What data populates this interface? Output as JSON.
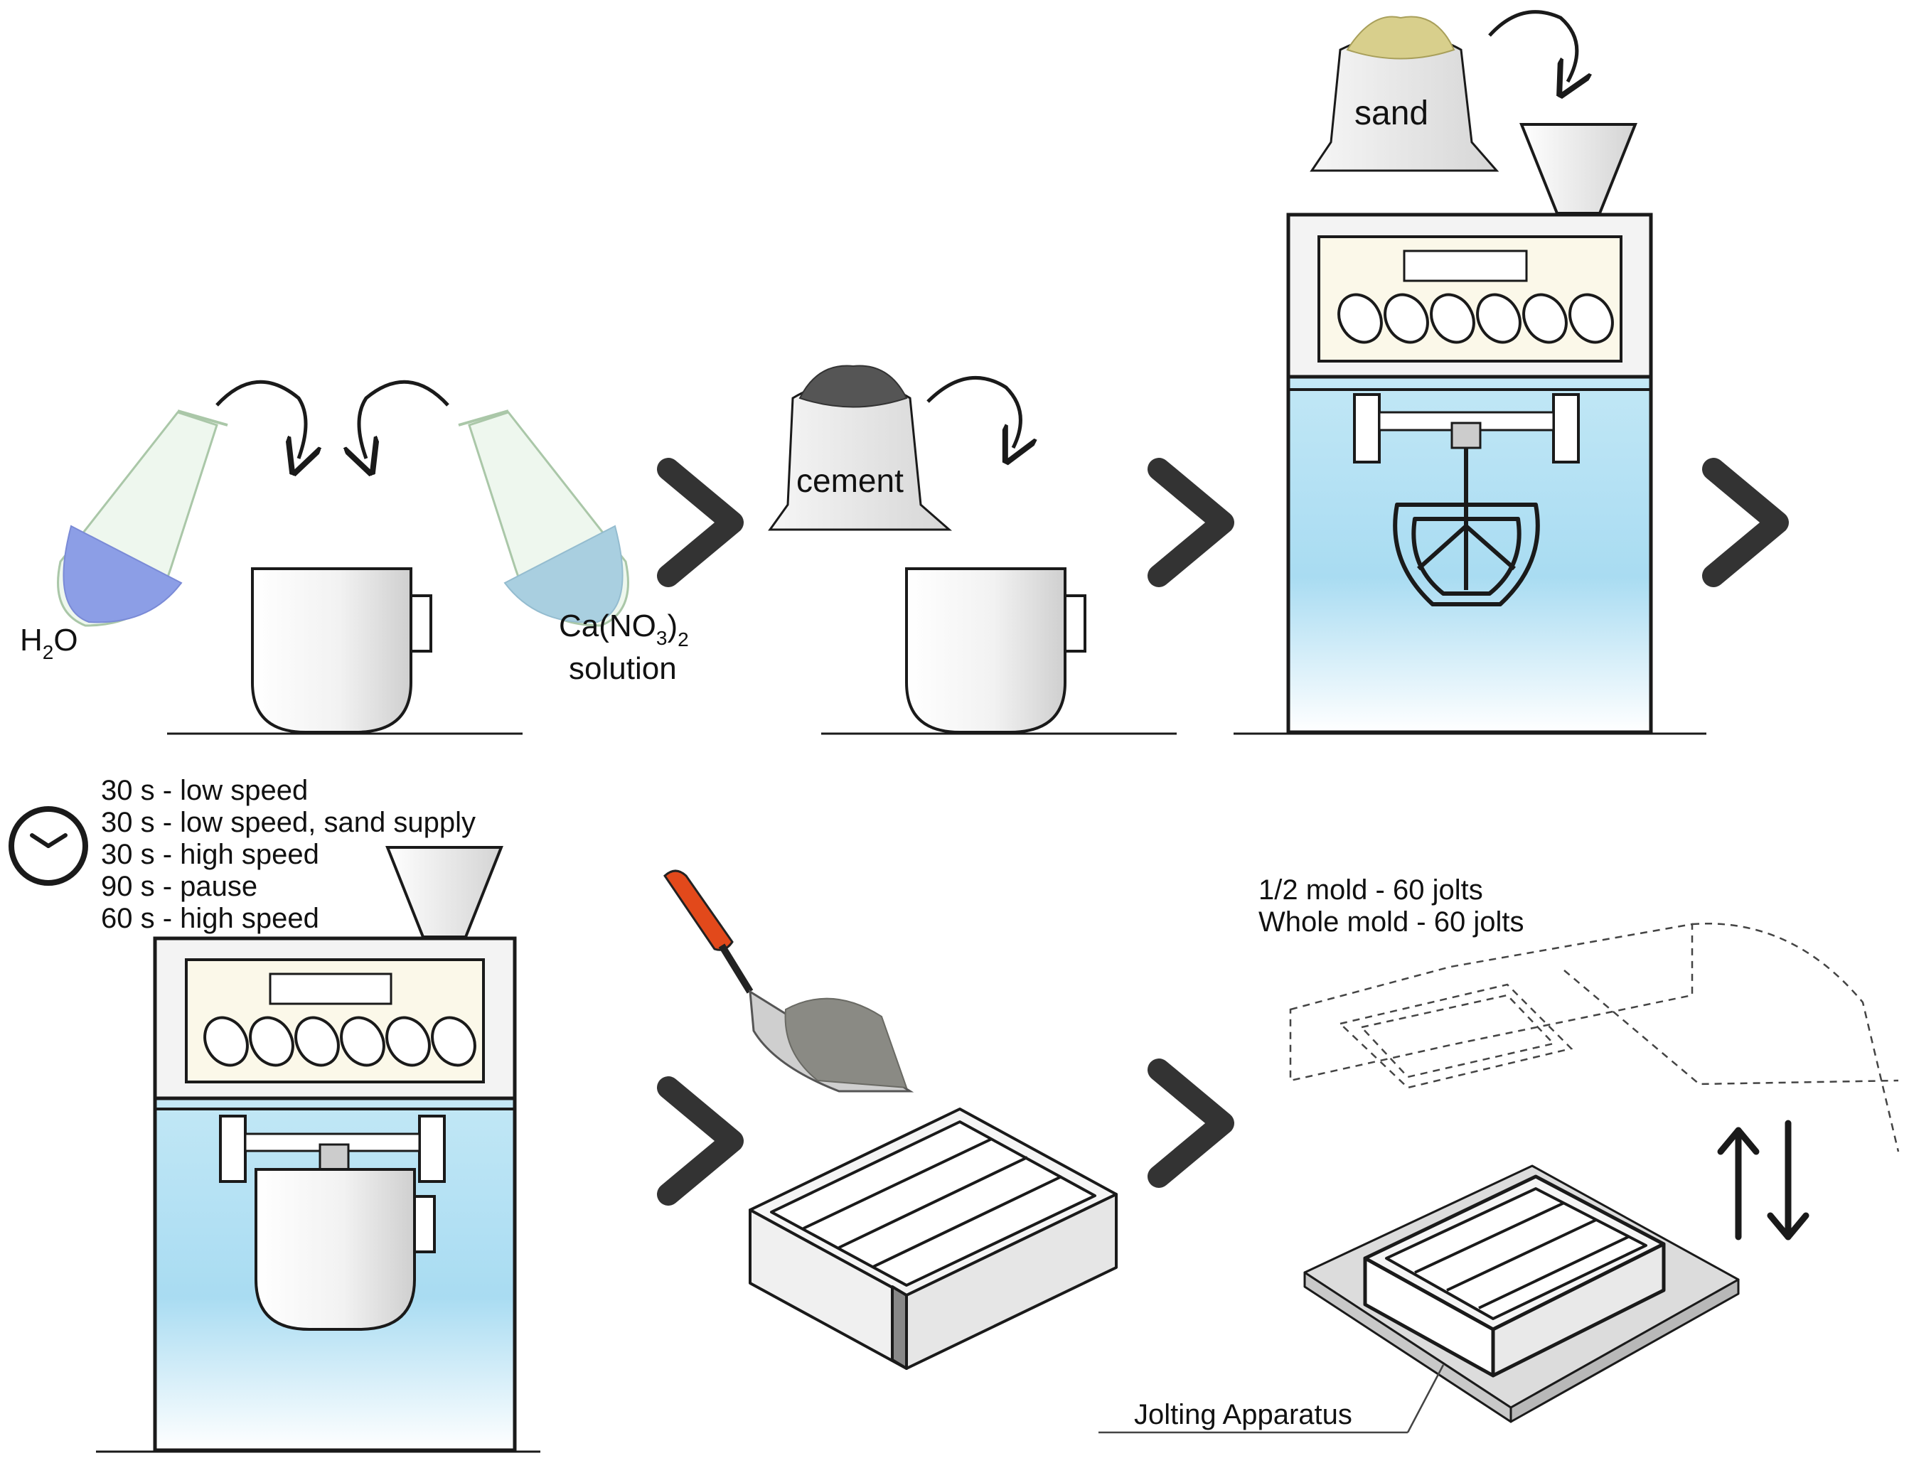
{
  "labels": {
    "water": "H",
    "water_sub": "2",
    "water_tail": "O",
    "nitrate_a": "Ca(NO",
    "nitrate_sub3": "3",
    "nitrate_b": ")",
    "nitrate_sub2": "2",
    "nitrate_line2": "solution",
    "cement": "cement",
    "sand": "sand",
    "mixing_steps": [
      "30 s - low speed",
      "30 s - low speed, sand supply",
      "30 s - high speed",
      "90 s - pause",
      "60 s - high speed"
    ],
    "jolt_half": "1/2 mold - 60 jolts",
    "jolt_whole": "Whole mold - 60 jolts",
    "jolting_apparatus": "Jolting Apparatus"
  },
  "icons": {
    "step_arrow": "chevron-right-icon",
    "clock": "clock-icon",
    "pour_arrow": "curved-arrow-icon",
    "jolt_arrows": "up-down-arrows-icon"
  },
  "colors": {
    "ink": "#1a1a1a",
    "chevron": "#333333",
    "water_liquid": "#8c9ee6",
    "nitrate_liquid": "#a9cfe0",
    "mixer_body": "#bfe6f5",
    "panel": "#fbf8e9",
    "bowl": "#e9e9e9",
    "sand": "#d8cf8c",
    "cement": "#555555",
    "trowel_handle": "#e2491b"
  }
}
